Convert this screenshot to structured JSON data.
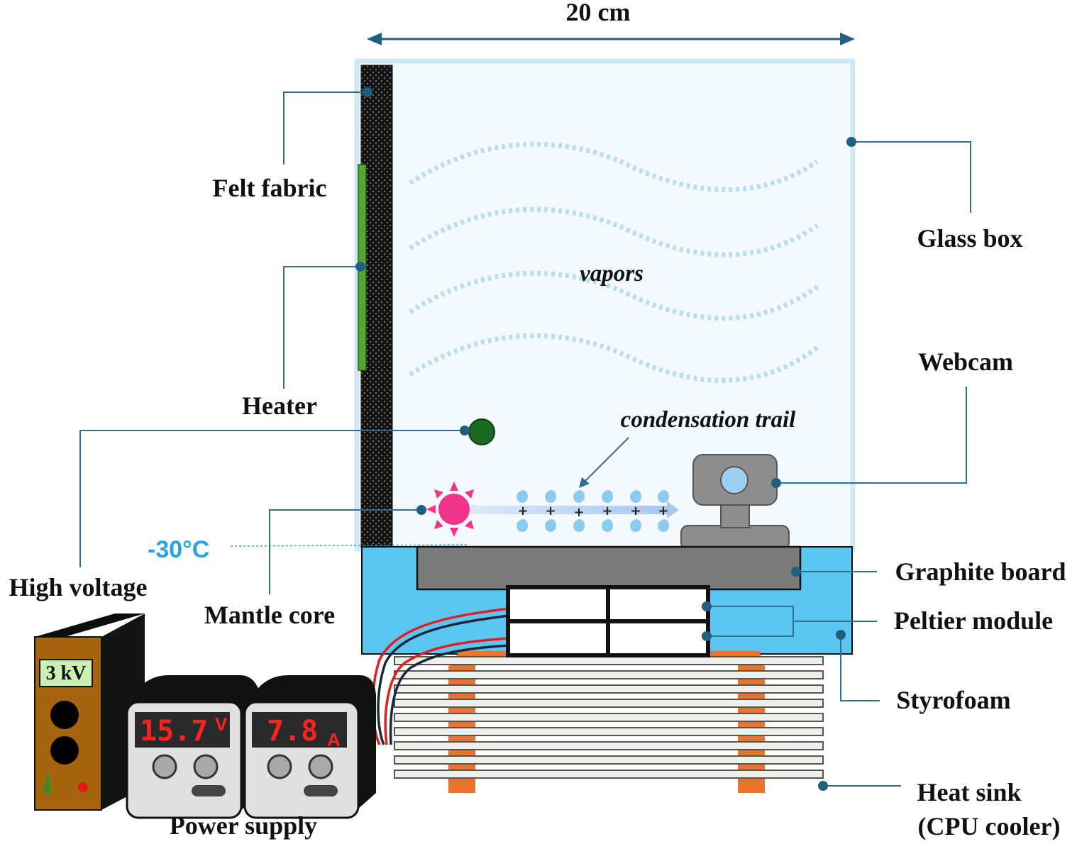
{
  "dimension": "20 cm",
  "labels": {
    "felt_fabric": "Felt fabric",
    "heater": "Heater",
    "high_voltage": "High voltage",
    "mantle_core": "Mantle core",
    "power_supply": "Power supply",
    "glass_box": "Glass box",
    "webcam": "Webcam",
    "graphite_board": "Graphite board",
    "peltier_module": "Peltier module",
    "styrofoam": "Styrofoam",
    "heat_sink_line1": "Heat sink",
    "heat_sink_line2": "(CPU cooler)",
    "vapors": "vapors",
    "condensation_trail": "condensation trail"
  },
  "temperature": "-30°C",
  "hv_display": "3 kV",
  "voltage_display": {
    "value": "15.7",
    "unit": "V"
  },
  "current_display": {
    "value": "7.8",
    "unit": "A"
  },
  "colors": {
    "glass": "#f3f9fc",
    "glass_border": "#cfeaf6",
    "styrofoam": "#5cc6f2",
    "graphite": "#7a7a7a",
    "heater": "#58a631",
    "mantle": "#f0348a",
    "temperature_text": "#27a5e0",
    "copper": "#e8742d",
    "hv_body": "#a6640f"
  }
}
